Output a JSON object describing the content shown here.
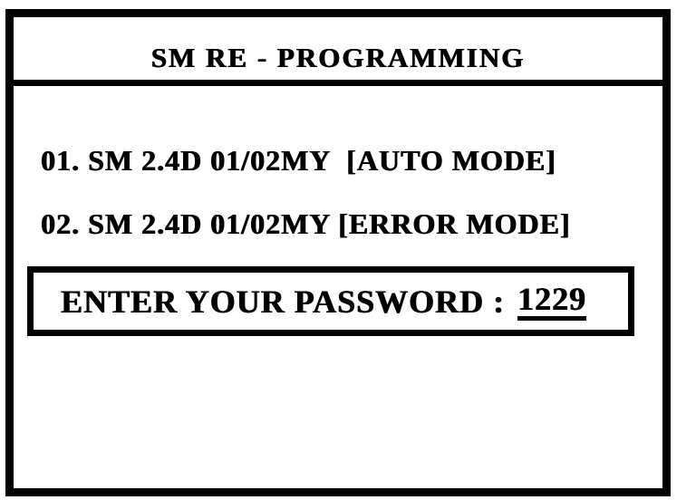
{
  "device_screen": {
    "title": "SM RE - PROGRAMMING",
    "menu_items": [
      {
        "text": "01. SM 2.4D 01/02MY  [AUTO MODE]"
      },
      {
        "text": "02. SM 2.4D 01/02MY [ERROR MODE]"
      }
    ],
    "password_box": {
      "label": "ENTER YOUR PASSWORD :",
      "value": "1229"
    },
    "colors": {
      "foreground": "#000000",
      "background": "#ffffff"
    }
  }
}
